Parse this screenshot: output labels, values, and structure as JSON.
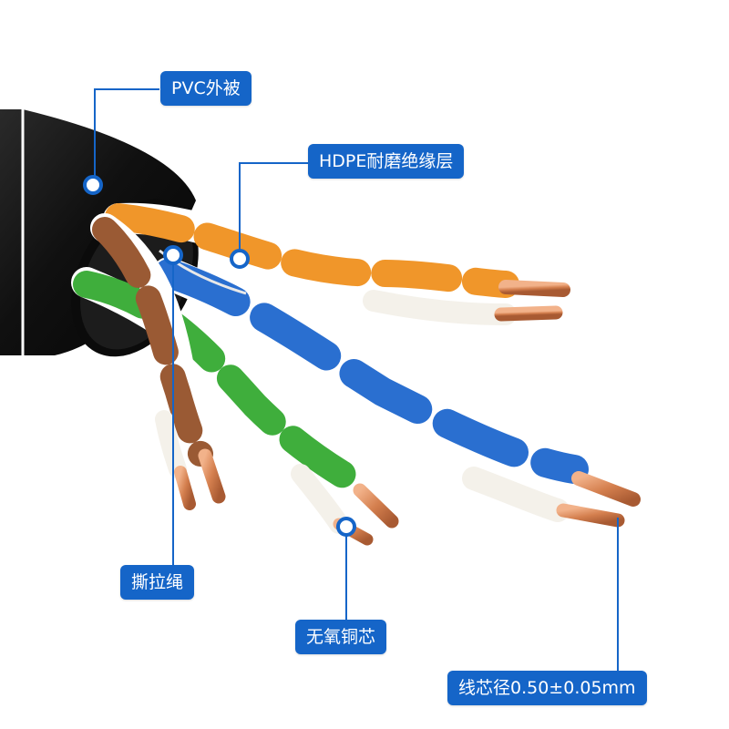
{
  "labels": {
    "jacket": "PVC外被",
    "insulation": "HDPE耐磨绝缘层",
    "ripcord": "撕拉绳",
    "conductor": "无氧铜芯",
    "diameter": "线芯径0.50±0.05mm"
  },
  "colors": {
    "callout_bg": "#1565c8",
    "callout_text": "#ffffff",
    "jacket": "#151515",
    "orange": "#f0962a",
    "blue": "#2a6fd0",
    "green": "#3fae3c",
    "brown": "#9a5a34",
    "copper": "#d98a5a"
  }
}
